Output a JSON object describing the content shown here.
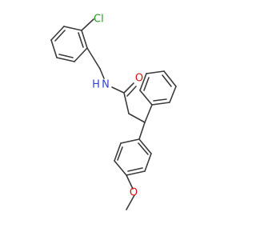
{
  "molecule": {
    "atoms": {
      "chlorine": {
        "text": "Cl",
        "color": "#1e9c1e"
      },
      "nitrogen": {
        "text": "N",
        "color": "#3344cc"
      },
      "nitrogen_h": {
        "text": "H",
        "color": "#3344cc"
      },
      "carbonyl_oxygen": {
        "text": "O",
        "color": "#e01010"
      },
      "ether_oxygen": {
        "text": "O",
        "color": "#e01010"
      }
    },
    "bond_color": "#3b3b3b",
    "background": "#ffffff"
  }
}
